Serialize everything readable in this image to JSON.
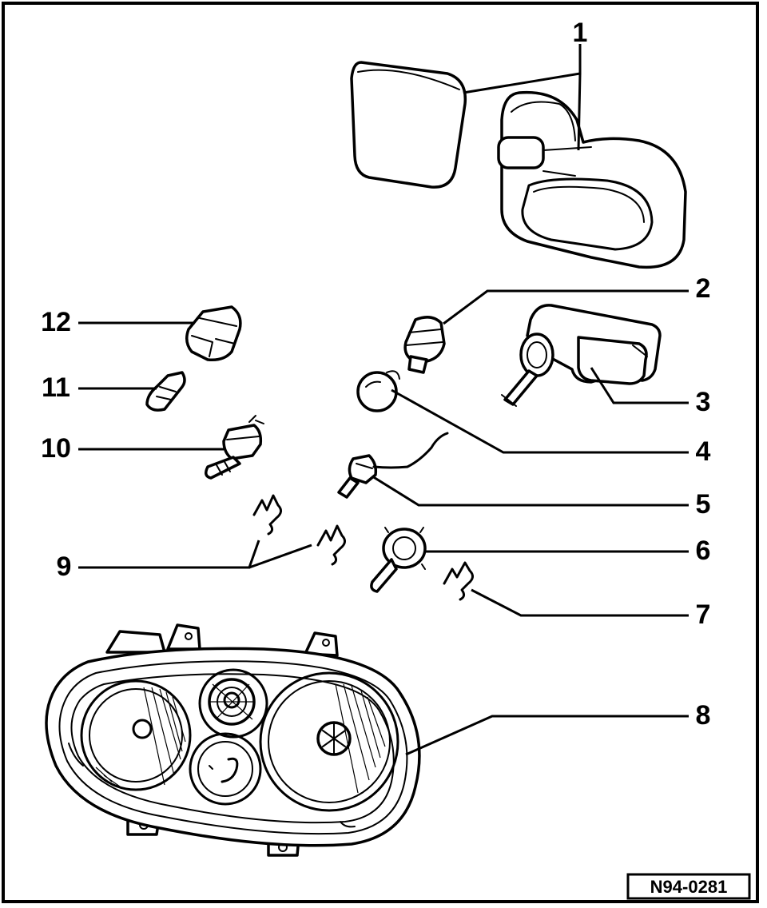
{
  "callouts": {
    "c1": "1",
    "c2": "2",
    "c3": "3",
    "c4": "4",
    "c5": "5",
    "c6": "6",
    "c7": "7",
    "c8": "8",
    "c9": "9",
    "c10": "10",
    "c11": "11",
    "c12": "12"
  },
  "reference_code": "N94-0281",
  "colors": {
    "line": "#000000",
    "background": "#ffffff"
  }
}
